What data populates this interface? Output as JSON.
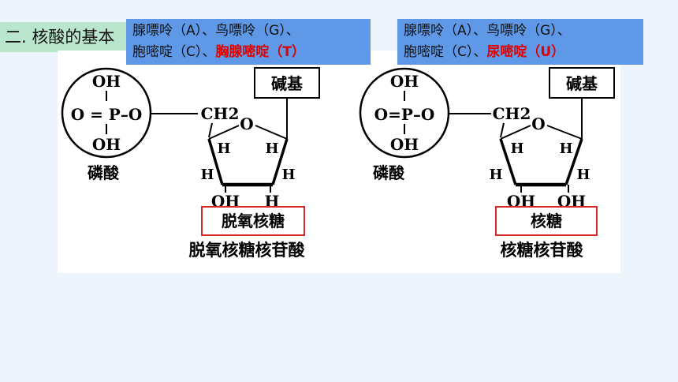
{
  "slide": {
    "title": "二. 核酸的基本"
  },
  "callout_left": {
    "line1": "腺嘌呤（A）、鸟嘌呤（G）、",
    "line2_prefix": "胞嘧啶（C）、",
    "line2_highlight": "胸腺嘧啶（T）"
  },
  "callout_right": {
    "line1": "腺嘌呤（A）、鸟嘌呤（G）、",
    "line2_prefix": "胞嘧啶（C）、",
    "line2_highlight": "尿嘧啶（U）"
  },
  "left_structure": {
    "phosphate": {
      "top": "OH",
      "middle": "O = P–O",
      "bottom": "OH",
      "label": "磷酸"
    },
    "base_label": "碱基",
    "sugar": {
      "ch2": "CH2",
      "ring_o": "O",
      "h_inner_left": "H",
      "h_inner_right": "H",
      "h_outer_left": "H",
      "h_outer_right": "H",
      "bottom_left": "OH",
      "bottom_right": "H"
    },
    "sugar_name": "脱氧核糖",
    "nucleotide_name": "脱氧核糖核苷酸"
  },
  "right_structure": {
    "phosphate": {
      "top": "OH",
      "middle": "O=P–O",
      "bottom": "OH",
      "label": "磷酸"
    },
    "base_label": "碱基",
    "sugar": {
      "ch2": "CH2",
      "ring_o": "O",
      "h_inner_left": "H",
      "h_inner_right": "H",
      "h_outer_left": "H",
      "h_outer_right": "H",
      "bottom_left": "OH",
      "bottom_right": "OH"
    },
    "sugar_name": "核糖",
    "nucleotide_name": "核糖核苷酸"
  },
  "colors": {
    "title_bg": "#b9e6cc",
    "callout_bg": "#5f98e6",
    "highlight_text": "#e00000",
    "sugar_box_border": "#d62828"
  }
}
